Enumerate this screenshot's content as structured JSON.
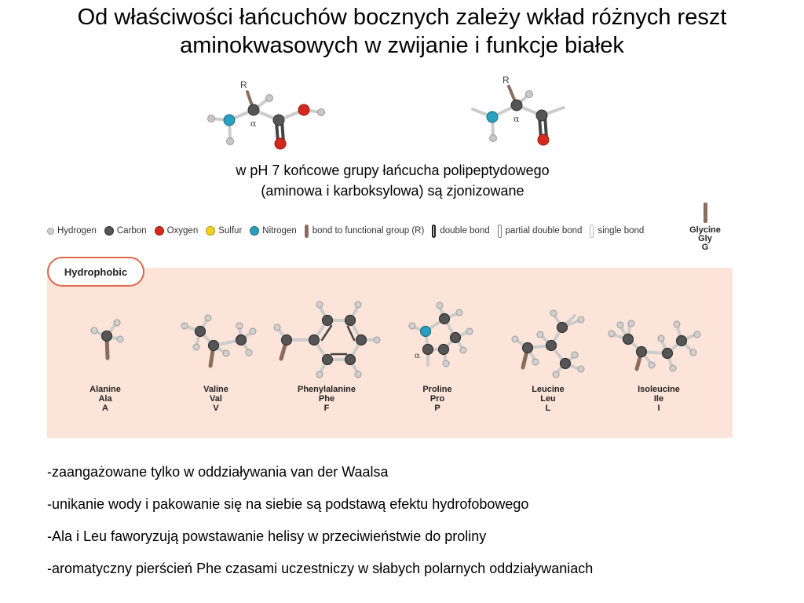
{
  "title": {
    "line1": "Od właściwości łańcuchów bocznych zależy wkład różnych reszt",
    "line2": "aminokwasowych w zwijanie i funkcje białek"
  },
  "molecules": {
    "left": {
      "r": "R",
      "alpha": "α"
    },
    "right": {
      "r": "R",
      "alpha": "α"
    }
  },
  "subtitle": {
    "line1": "w pH 7 końcowe grupy łańcucha polipeptydowego",
    "line2": "(aminowa i karboksylowa) są zjonizowane"
  },
  "legend": {
    "hydrogen": "Hydrogen",
    "carbon": "Carbon",
    "oxygen": "Oxygen",
    "sulfur": "Sulfur",
    "nitrogen": "Nitrogen",
    "bond_functional": "bond to functional group (R)",
    "double_bond": "double bond",
    "partial_double": "partial double bond",
    "single_bond": "single bond"
  },
  "colors": {
    "hydrogen": "#c8c8c8",
    "carbon": "#555555",
    "oxygen": "#d42a1e",
    "sulfur": "#f0d020",
    "nitrogen": "#2a9fc0",
    "r_bond": "#8a6d5e",
    "panel": "#fde4d9",
    "pill_border": "#e0674a"
  },
  "glycine": {
    "name": "Glycine",
    "abbr3": "Gly",
    "abbr1": "G"
  },
  "panel": {
    "label": "Hydrophobic"
  },
  "amino_acids": [
    {
      "name": "Alanine",
      "abbr3": "Ala",
      "abbr1": "A"
    },
    {
      "name": "Valine",
      "abbr3": "Val",
      "abbr1": "V"
    },
    {
      "name": "Phenylalanine",
      "abbr3": "Phe",
      "abbr1": "F"
    },
    {
      "name": "Proline",
      "abbr3": "Pro",
      "abbr1": "P"
    },
    {
      "name": "Leucine",
      "abbr3": "Leu",
      "abbr1": "L"
    },
    {
      "name": "Isoleucine",
      "abbr3": "Ile",
      "abbr1": "I"
    }
  ],
  "proline_alpha": "α",
  "bullets": [
    "-zaangażowane tylko w oddziaływania van der Waalsa",
    "-unikanie wody i pakowanie się na siebie są podstawą efektu hydrofobowego",
    "-Ala i Leu faworyzują powstawanie helisy w przeciwieństwie do proliny",
    "-aromatyczny pierścień Phe czasami uczestniczy w słabych polarnych oddziaływaniach"
  ]
}
